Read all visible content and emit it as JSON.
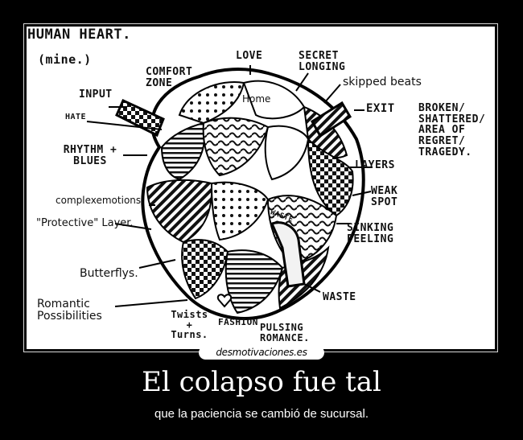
{
  "poster": {
    "watermark": "desmotivaciones.es",
    "title": "El colapso fue tal",
    "subtitle": "que la paciencia se cambió de sucursal."
  },
  "drawing": {
    "heading": "HUMAN HEART.",
    "heading_note": "(mine.)",
    "labels": {
      "input": "INPUT",
      "comfort_zone": "COMFORT ZONE",
      "love": "LOVE",
      "secret_longing": "SECRET LONGING",
      "skipped_beats": "skipped beats",
      "exit": "EXIT",
      "broken": "BROKEN/ SHATTERED/ AREA OF REGRET/ TRAGEDY.",
      "hate": "HATE",
      "rhythm_blues": "RHYTHM + BLUES",
      "complex_emotions": "complexemotions.",
      "protective_layer": "\"Protective\" Layer.",
      "layers": "LAYERS",
      "weak_spot": "WEAK SPOT",
      "sinking_feeling": "SINKING FEELING",
      "butterflys": "Butterflys.",
      "romantic_possibilities": "Romantic Possibilities",
      "twists_turns": "Twists + Turns.",
      "fashion": "FASHION",
      "pulsing_romance": "PULSING ROMANCE.",
      "waste_out": "WASTE",
      "home": "Home",
      "waste_inner": "WASTE"
    }
  }
}
